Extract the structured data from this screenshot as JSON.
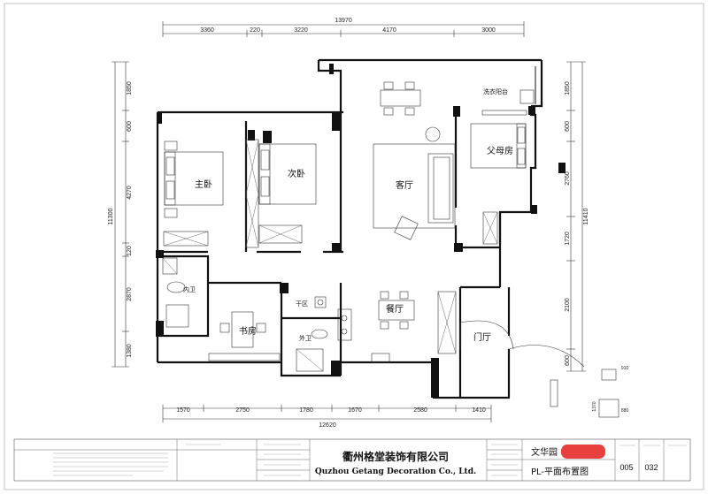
{
  "plan": {
    "dims_top": {
      "overall": "13970",
      "segments": [
        "3360",
        "220",
        "3220",
        "4170",
        "3000"
      ]
    },
    "dims_bottom": {
      "overall": "12620",
      "segments": [
        "1570",
        "2750",
        "1780",
        "1670",
        "2580",
        "1410"
      ]
    },
    "dims_left": {
      "overall": "11300",
      "segments": [
        "1850",
        "600",
        "4270",
        "120",
        "2870",
        "1380"
      ]
    },
    "dims_right": {
      "overall": "11410",
      "segments": [
        "1850",
        "600",
        "2760",
        "1720",
        "2100",
        "600"
      ]
    },
    "entry_dims": {
      "a": "910",
      "b": "1370",
      "c": "880"
    },
    "rooms": {
      "master_bedroom": "主卧",
      "second_bedroom": "次卧",
      "living_room": "客厅",
      "parents_room": "父母房",
      "laundry_balcony": "洗衣阳台",
      "bathroom_inner": "内卫",
      "dry_zone": "干区",
      "dining_room": "餐厅",
      "study": "书房",
      "bathroom_outer": "外卫",
      "foyer": "门厅"
    }
  },
  "title_block": {
    "company_cn": "衢州格堂装饰有限公司",
    "company_en": "Quzhou Getang Decoration Co., Ltd.",
    "project_name": "文华园",
    "drawing_title": "PL-平面布置图",
    "sheet_no": "005",
    "total_sheets": "032"
  },
  "colors": {
    "line": "#111111",
    "redaction": "#e8413d"
  }
}
